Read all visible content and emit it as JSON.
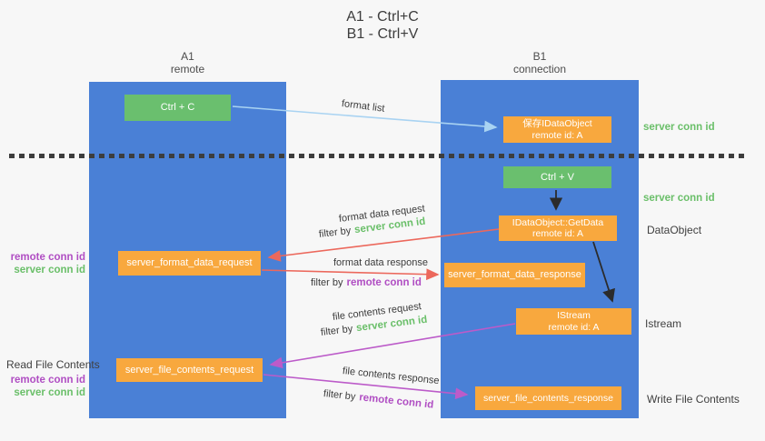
{
  "title": {
    "line1": "A1 - Ctrl+C",
    "line2": "B1 - Ctrl+V"
  },
  "lanes": {
    "left": {
      "name": "A1",
      "subtitle": "remote"
    },
    "right": {
      "name": "B1",
      "subtitle": "connection"
    }
  },
  "boxes": {
    "ctrl_c": {
      "label": "Ctrl + C"
    },
    "save_dataobject": {
      "line1": "保存IDataObject",
      "line2": "remote id: A"
    },
    "ctrl_v": {
      "label": "Ctrl + V"
    },
    "getdata": {
      "line1": "IDataObject::GetData",
      "line2": "remote id: A"
    },
    "format_request": {
      "label": "server_format_data_request"
    },
    "format_response": {
      "label": "server_format_data_response"
    },
    "istream": {
      "line1": "IStream",
      "line2": "remote id: A"
    },
    "file_request": {
      "label": "server_file_contents_request"
    },
    "file_response": {
      "label": "server_file_contents_response"
    }
  },
  "arrow_labels": {
    "format_list": "format list",
    "format_data_request": "format data request",
    "format_data_response": "format data response",
    "file_contents_request": "file contents request",
    "file_contents_response": "file contents response",
    "filter_by": "filter by",
    "server_conn_id": "server conn id",
    "remote_conn_id": "remote conn id"
  },
  "side_labels": {
    "server_conn_id_top": "server conn id",
    "server_conn_id_mid": "server conn id",
    "dataobject": "DataObject",
    "istream": "Istream",
    "write_file_contents": "Write File Contents",
    "read_file_contents": "Read File Contents",
    "left_mid": {
      "remote": "remote conn id",
      "server": "server conn id"
    },
    "left_bottom": {
      "remote": "remote conn id",
      "server": "server conn id"
    }
  },
  "colors": {
    "lane_blue": "#4a80d6",
    "box_green": "#6abf6e",
    "box_orange": "#f8a83e",
    "arrow_light_blue": "#a9d3f2",
    "arrow_red": "#ec685c",
    "arrow_purple": "#bc5bc9",
    "arrow_black": "#2b2b2b",
    "text_green": "#6abf69",
    "text_purple": "#b04ec3",
    "dotted_line": "#3d3d3d",
    "background": "#f7f7f7"
  }
}
